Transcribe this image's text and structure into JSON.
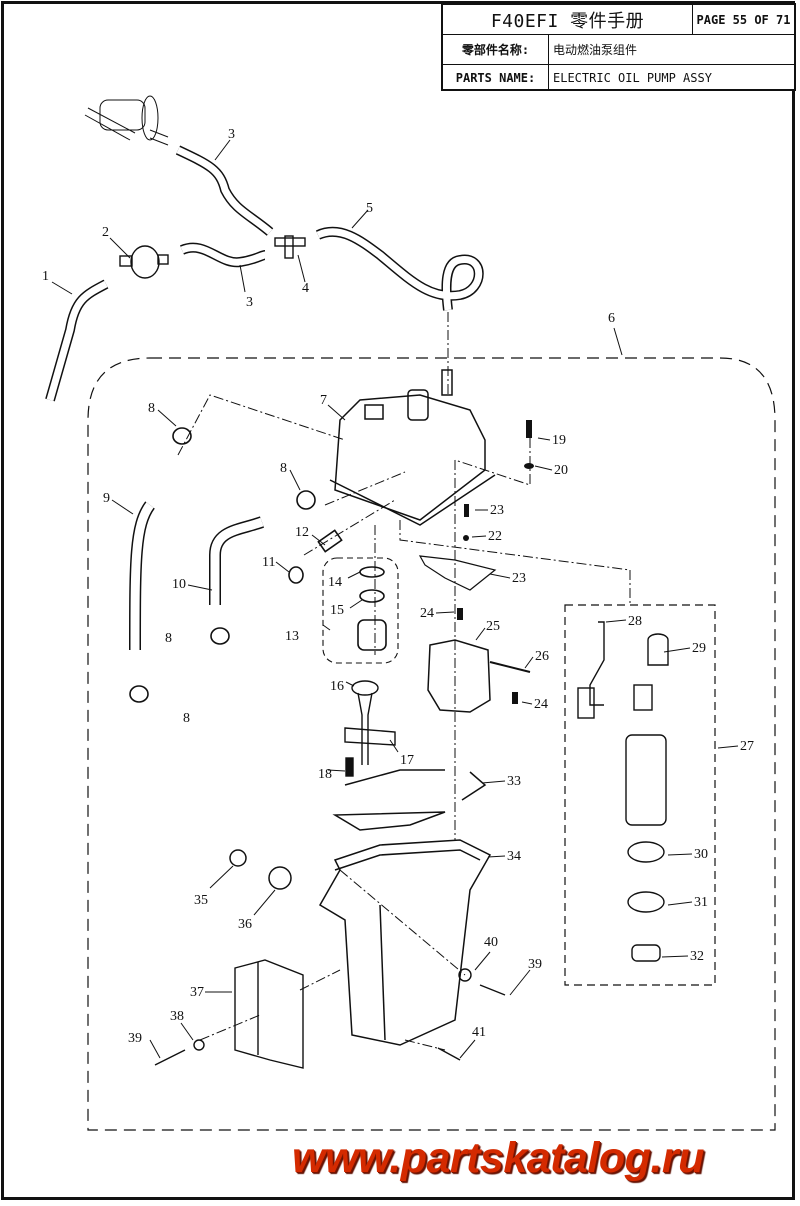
{
  "header": {
    "title": "F40EFI 零件手册",
    "page": "PAGE 55 OF 71",
    "cn_label": "零部件名称:",
    "cn_value": "电动燃油泵组件",
    "en_label": "PARTS NAME:",
    "en_value": "ELECTRIC OIL PUMP ASSY"
  },
  "callouts": [
    {
      "id": "c1",
      "label": "1"
    },
    {
      "id": "c2",
      "label": "2"
    },
    {
      "id": "c3a",
      "label": "3"
    },
    {
      "id": "c3b",
      "label": "3"
    },
    {
      "id": "c4",
      "label": "4"
    },
    {
      "id": "c5",
      "label": "5"
    },
    {
      "id": "c6",
      "label": "6"
    },
    {
      "id": "c7",
      "label": "7"
    },
    {
      "id": "c8a",
      "label": "8"
    },
    {
      "id": "c8b",
      "label": "8"
    },
    {
      "id": "c8c",
      "label": "8"
    },
    {
      "id": "c8d",
      "label": "8"
    },
    {
      "id": "c9",
      "label": "9"
    },
    {
      "id": "c10",
      "label": "10"
    },
    {
      "id": "c11",
      "label": "11"
    },
    {
      "id": "c12",
      "label": "12"
    },
    {
      "id": "c13",
      "label": "13"
    },
    {
      "id": "c14",
      "label": "14"
    },
    {
      "id": "c15",
      "label": "15"
    },
    {
      "id": "c16",
      "label": "16"
    },
    {
      "id": "c17",
      "label": "17"
    },
    {
      "id": "c18",
      "label": "18"
    },
    {
      "id": "c19",
      "label": "19"
    },
    {
      "id": "c20",
      "label": "20"
    },
    {
      "id": "c22",
      "label": "22"
    },
    {
      "id": "c23a",
      "label": "23"
    },
    {
      "id": "c23b",
      "label": "23"
    },
    {
      "id": "c24a",
      "label": "24"
    },
    {
      "id": "c24b",
      "label": "24"
    },
    {
      "id": "c25",
      "label": "25"
    },
    {
      "id": "c26",
      "label": "26"
    },
    {
      "id": "c27",
      "label": "27"
    },
    {
      "id": "c28",
      "label": "28"
    },
    {
      "id": "c29",
      "label": "29"
    },
    {
      "id": "c30",
      "label": "30"
    },
    {
      "id": "c31",
      "label": "31"
    },
    {
      "id": "c32",
      "label": "32"
    },
    {
      "id": "c33",
      "label": "33"
    },
    {
      "id": "c34",
      "label": "34"
    },
    {
      "id": "c35",
      "label": "35"
    },
    {
      "id": "c36",
      "label": "36"
    },
    {
      "id": "c37",
      "label": "37"
    },
    {
      "id": "c38",
      "label": "38"
    },
    {
      "id": "c39a",
      "label": "39"
    },
    {
      "id": "c39b",
      "label": "39"
    },
    {
      "id": "c40",
      "label": "40"
    },
    {
      "id": "c41",
      "label": "41"
    }
  ],
  "watermark": "www.partskatalog.ru"
}
